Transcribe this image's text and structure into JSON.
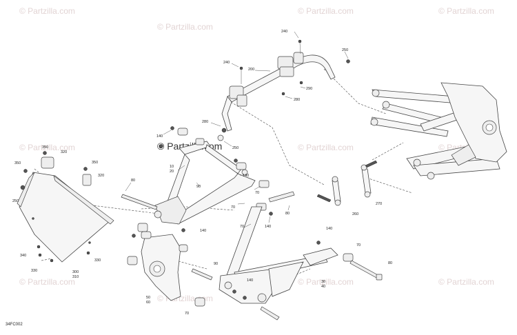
{
  "watermark": {
    "text": "© Partzilla.com",
    "center_text": "© Partzilla.com"
  },
  "diagram_code": "34FC002",
  "callouts": {
    "c240a": "240",
    "c250a": "250",
    "c240b": "240",
    "c200": "200",
    "c290": "290",
    "c280a": "280",
    "c280b": "280",
    "c250b": "250",
    "c140a": "140",
    "c10_20": "10\n20",
    "c90a": "90",
    "c140b": "140",
    "c70a": "70",
    "c80a": "80",
    "c70b": "70",
    "c80b": "80",
    "c140c": "140",
    "c70c": "70",
    "c350a": "350",
    "c320a": "320",
    "c350b": "350",
    "c350c": "350",
    "c320b": "320",
    "c250c": "250",
    "c340": "340",
    "c330a": "330",
    "c330b": "330",
    "c300_310": "300\n310",
    "c90b": "90",
    "c50_60": "50\n60",
    "c70d": "70",
    "c140d": "140",
    "c30_40": "30\n40",
    "c70e": "70",
    "c80c": "80",
    "c260": "260",
    "c270": "270",
    "c140e": "140"
  }
}
